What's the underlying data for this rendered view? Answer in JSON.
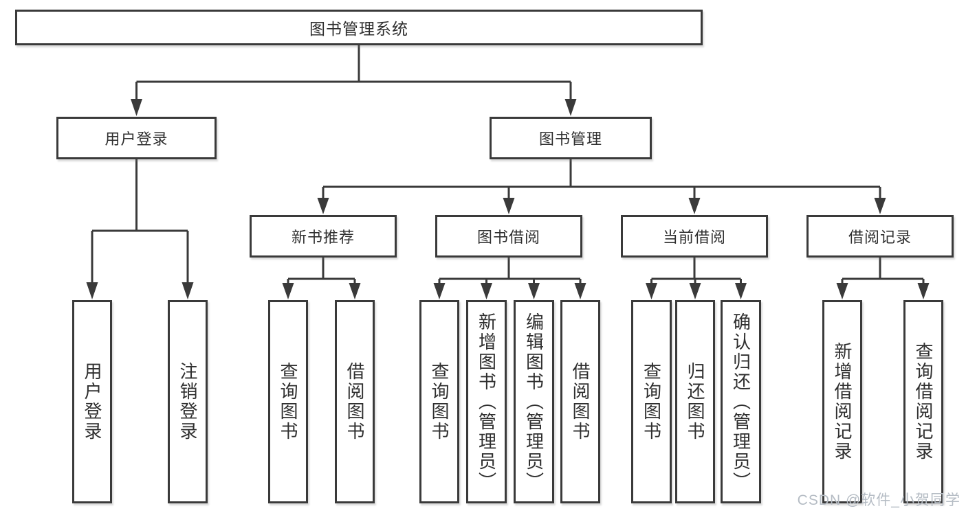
{
  "tree": {
    "label": "图书管理系统",
    "children": [
      {
        "label": "用户登录",
        "children": [
          {
            "label": "用户登录"
          },
          {
            "label": "注销登录"
          }
        ]
      },
      {
        "label": "图书管理",
        "children": [
          {
            "label": "新书推荐",
            "children": [
              {
                "label": "查询图书"
              },
              {
                "label": "借阅图书"
              }
            ]
          },
          {
            "label": "图书借阅",
            "children": [
              {
                "label": "查询图书"
              },
              {
                "label": "新增图书（管理员）"
              },
              {
                "label": "编辑图书（管理员）"
              },
              {
                "label": "借阅图书"
              }
            ]
          },
          {
            "label": "当前借阅",
            "children": [
              {
                "label": "查询图书"
              },
              {
                "label": "归还图书"
              },
              {
                "label": "确认归还（管理员）"
              }
            ]
          },
          {
            "label": "借阅记录",
            "children": [
              {
                "label": "新增借阅记录"
              },
              {
                "label": "查询借阅记录"
              }
            ]
          }
        ]
      }
    ]
  },
  "watermark": "CSDN @软件_小贺同学",
  "colors": {
    "line": "#3a3a3a",
    "text": "#2f2f2f",
    "watermark": "#b5bcc4",
    "background": "#ffffff"
  }
}
